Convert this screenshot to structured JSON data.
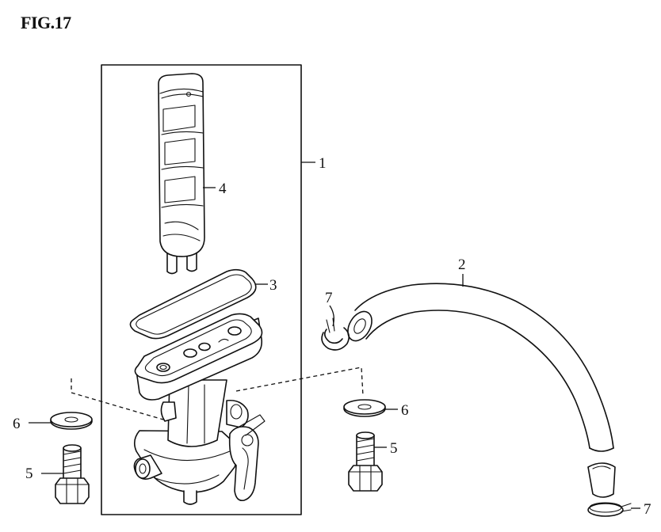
{
  "figure": {
    "title": "FIG.17"
  },
  "callouts": {
    "part1": "1",
    "part2": "2",
    "part3": "3",
    "part4": "4",
    "part5_left": "5",
    "part5_right": "5",
    "part6_left": "6",
    "part6_right": "6",
    "part7_top": "7",
    "part7_bottom": "7"
  }
}
